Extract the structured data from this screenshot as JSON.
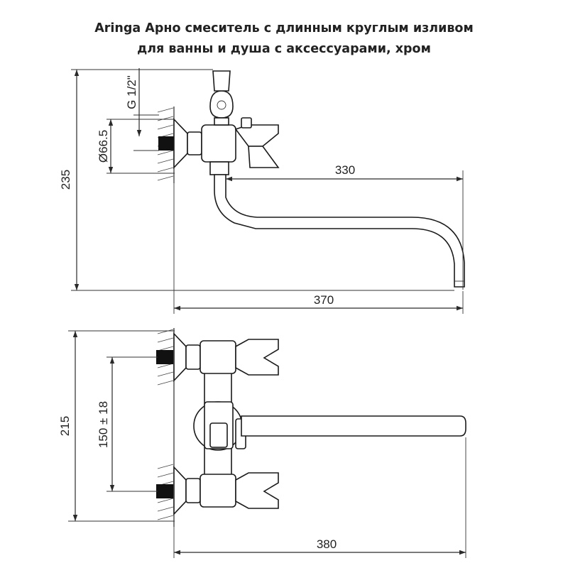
{
  "title": {
    "line1": "Aringa Арно смеситель с длинным круглым изливом",
    "line2": "для ванны и душа с аксессуарами, хром"
  },
  "dimensions": {
    "thread": "G 1/2\"",
    "flange_diameter": "Ø66.5",
    "height_top": "235",
    "spout_length": "330",
    "depth_top": "370",
    "height_bottom": "215",
    "center_distance": "150 ± 18",
    "width_bottom": "380"
  },
  "colors": {
    "line": "#2a2a2a",
    "fill_dark": "#111111"
  }
}
